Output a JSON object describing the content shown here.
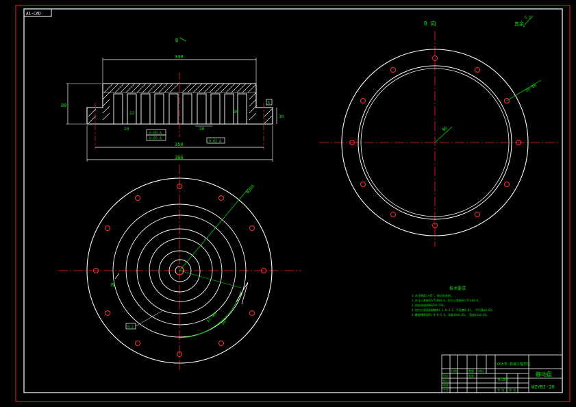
{
  "sheet": {
    "format_label": "A1-CAD",
    "view_label": "B 向",
    "roughness_note": "其余",
    "roughness_value": "6.3"
  },
  "section_view": {
    "marker": "B",
    "dims": {
      "top_width": "330",
      "inner_width": "350",
      "overall_width": "380",
      "height_left": "80",
      "height_right": "30",
      "dim_a": "12",
      "dim_b": "10",
      "dim_c": "20",
      "dim_d": "30"
    },
    "tolerances": [
      "0.05 A",
      "0.05 A",
      "0.02 A"
    ],
    "datum": "A"
  },
  "plan_view": {
    "diameter_label": "Φ380",
    "angle_label": "30°",
    "hole_label": "12-Φ9",
    "tol_box": "0.2",
    "datum_label": "B"
  },
  "b_view": {
    "hole_label": "16-Φ8",
    "center_label": "Φ6"
  },
  "tech_req": {
    "title": "技术要求",
    "lines": [
      "1.未注倒角1×45°，锐边去毛刺。",
      "2.未注公差按GB/T1804-m，形位公差按GB/T1184-K。",
      "3.热处理调质HB220-250。",
      "4.加工后表面粗糙度Ra 1.6~3.2，平面度0.02，  平行度≤0.02。",
      "5.螺旋槽表面Ra 0.8~1.6，深度10±0.05，  宽度12±0.05。"
    ]
  },
  "title_block": {
    "company": "XX大学·机械工程学院",
    "part_name": "静动盘",
    "drawing_no": "WZYBJ-20",
    "small_labels": [
      "设计",
      "校对",
      "审核",
      "工艺",
      "批准",
      "比例",
      "数量",
      "材料"
    ],
    "material": "HT200",
    "sheet_label": "共 张",
    "sheet_label2": "第 张"
  }
}
